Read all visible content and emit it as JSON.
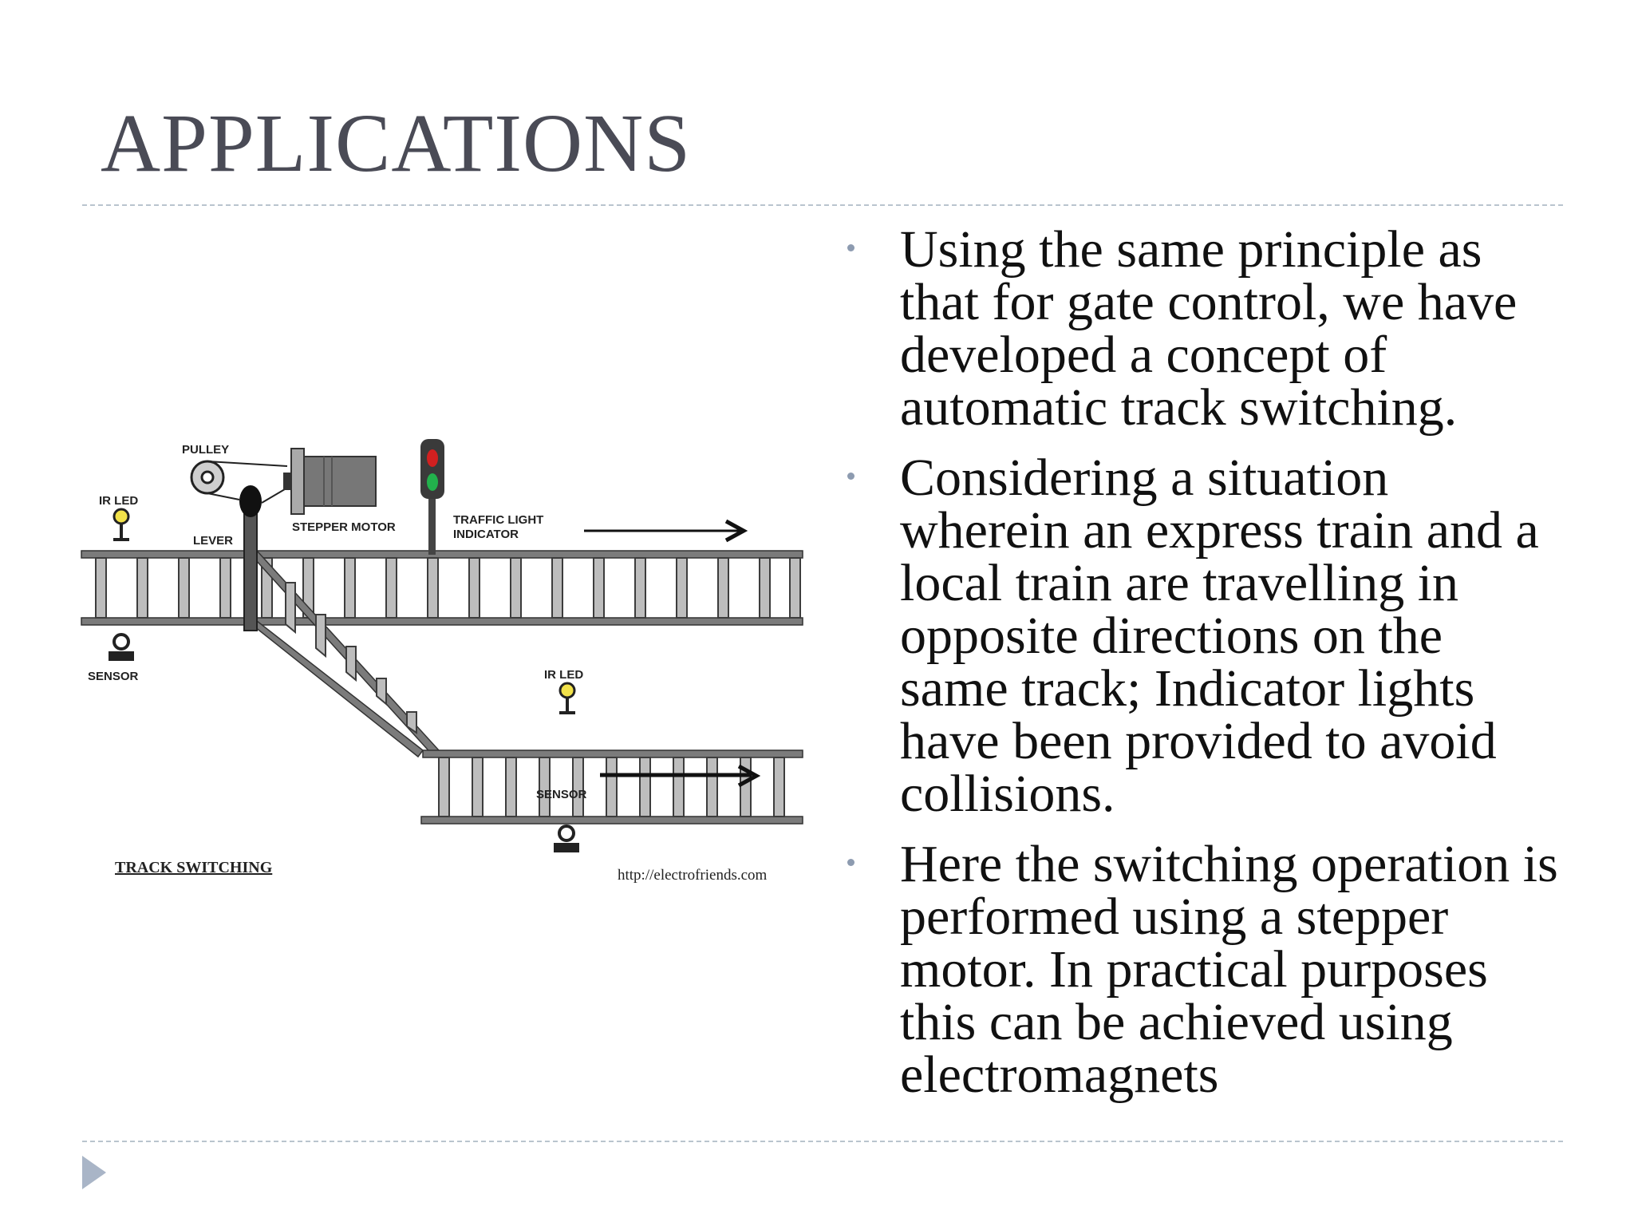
{
  "slide": {
    "title": "APPLICATIONS",
    "bullets": [
      "Using the same principle as that for gate control, we have developed a concept of automatic track switching.",
      "Considering a situation wherein an express train and a local train are travelling in opposite directions on the same track; Indicator lights have been provided to avoid collisions.",
      "Here the switching operation is performed using a stepper motor. In practical purposes this can be achieved using electromagnets"
    ]
  },
  "diagram": {
    "labels": {
      "pulley": "PULLEY",
      "ir_led_top": "IR LED",
      "lever": "LEVER",
      "stepper_motor": "STEPPER MOTOR",
      "traffic_light_line1": "TRAFFIC LIGHT",
      "traffic_light_line2": "INDICATOR",
      "sensor_left": "SENSOR",
      "ir_led_mid": "IR LED",
      "sensor_bottom": "SENSOR",
      "caption": "TRACK SWITCHING",
      "source": "http://electrofriends.com"
    }
  },
  "colors": {
    "title": "#4a4b56",
    "bullet_marker": "#8d9bb0",
    "rule": "#b9c4ce",
    "nav_arrow": "#a9b5c7",
    "light_red": "#d22020",
    "light_green": "#22b14c",
    "led_yellow": "#f2e24a"
  },
  "icons": {
    "bullet": "round-bullet-icon",
    "nav": "triangle-right-icon"
  }
}
